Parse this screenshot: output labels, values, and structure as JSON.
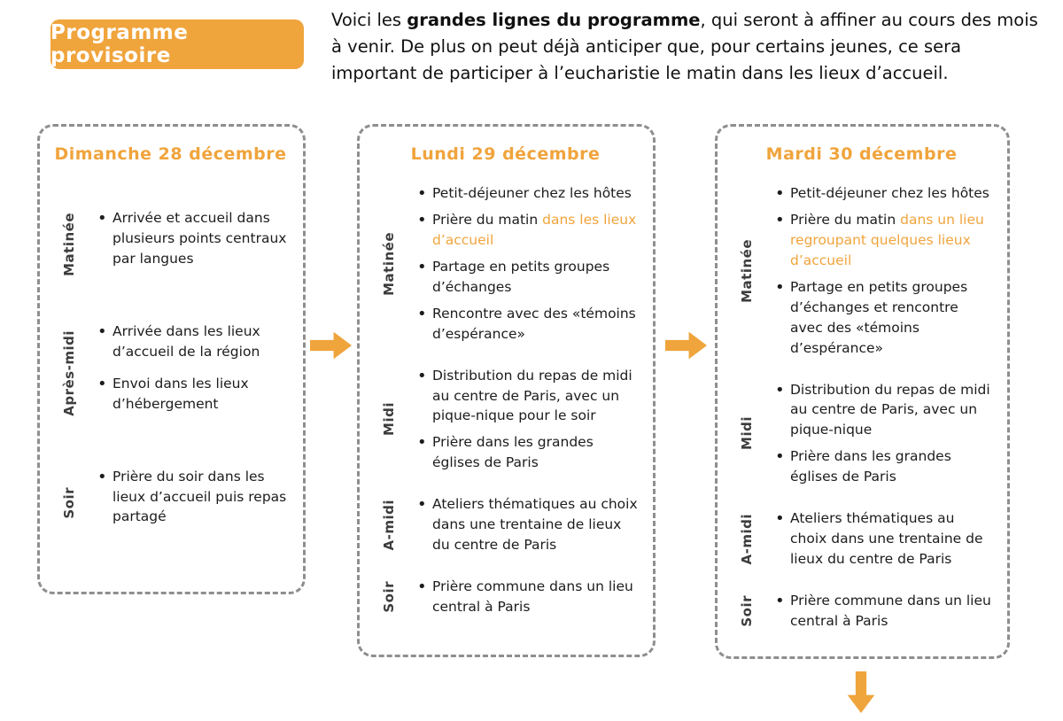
{
  "badge": {
    "label": "Programme provisoire"
  },
  "intro": {
    "pre": "Voici les ",
    "bold": "grandes lignes du programme",
    "post": ", qui seront à affiner au cours des mois à venir. De plus on peut déjà anticiper que, pour certains jeunes, ce sera important de participer à l’eucharistie le matin dans les lieux d’accueil."
  },
  "colors": {
    "accent": "#F0A43C",
    "dashed_border": "#8E8E8E",
    "label": "#3D3D3D",
    "text": "#1C1C1C"
  },
  "days": [
    {
      "title": "Dimanche 28 décembre",
      "sections": [
        {
          "label": "Matinée",
          "items": [
            [
              {
                "text": "Arrivée et accueil dans plusieurs points centraux par langues"
              }
            ]
          ]
        },
        {
          "label": "Après-midi",
          "items": [
            [
              {
                "text": "Arrivée dans les lieux d’accueil de la région"
              }
            ],
            [
              {
                "text": "Envoi dans les lieux d’hébergement"
              }
            ]
          ]
        },
        {
          "label": "Soir",
          "items": [
            [
              {
                "text": "Prière du soir dans les lieux d’accueil puis repas partagé"
              }
            ]
          ]
        }
      ]
    },
    {
      "title": "Lundi 29 décembre",
      "sections": [
        {
          "label": "Matinée",
          "items": [
            [
              {
                "text": "Petit-déjeuner chez les hôtes"
              }
            ],
            [
              {
                "text": "Prière du matin "
              },
              {
                "text": "dans les lieux d’accueil",
                "accent": true
              }
            ],
            [
              {
                "text": "Partage en petits groupes d’échanges"
              }
            ],
            [
              {
                "text": "Rencontre avec des «témoins d’espérance»"
              }
            ]
          ]
        },
        {
          "label": "Midi",
          "items": [
            [
              {
                "text": "Distribution du repas de midi au centre de Paris, avec un pique-nique pour le soir"
              }
            ],
            [
              {
                "text": "Prière dans les grandes églises de Paris"
              }
            ]
          ]
        },
        {
          "label": "A-midi",
          "items": [
            [
              {
                "text": "Ateliers thématiques au choix dans une trentaine de lieux du centre de Paris"
              }
            ]
          ]
        },
        {
          "label": "Soir",
          "items": [
            [
              {
                "text": "Prière commune dans un lieu central à Paris"
              }
            ]
          ]
        }
      ]
    },
    {
      "title": "Mardi 30 décembre",
      "sections": [
        {
          "label": "Matinée",
          "items": [
            [
              {
                "text": "Petit-déjeuner chez les hôtes"
              }
            ],
            [
              {
                "text": "Prière du matin "
              },
              {
                "text": "dans un lieu regroupant quelques lieux d’accueil",
                "accent": true
              }
            ],
            [
              {
                "text": "Partage en petits groupes d’échanges et rencontre avec des «témoins d’espérance»"
              }
            ]
          ]
        },
        {
          "label": "Midi",
          "items": [
            [
              {
                "text": "Distribution du repas de midi au centre de Paris, avec un pique-nique"
              }
            ],
            [
              {
                "text": "Prière dans les grandes églises de Paris"
              }
            ]
          ]
        },
        {
          "label": "A-midi",
          "items": [
            [
              {
                "text": "Ateliers thématiques au choix dans une trentaine de lieux du centre de Paris"
              }
            ]
          ]
        },
        {
          "label": "Soir",
          "items": [
            [
              {
                "text": "Prière commune dans un lieu central à Paris"
              }
            ]
          ]
        }
      ]
    }
  ]
}
